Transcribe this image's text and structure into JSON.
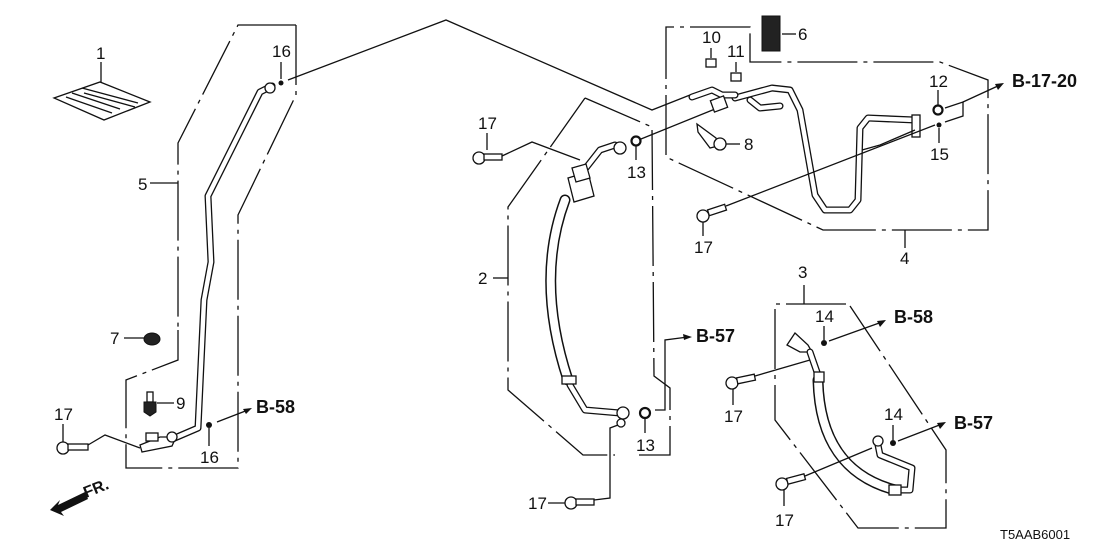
{
  "diagram": {
    "title": "A/C Hoses / Pipes parts diagram",
    "code": "T5AAB6001",
    "front_label": "FR.",
    "callouts": {
      "p1": "1",
      "p2": "2",
      "p3": "3",
      "p4": "4",
      "p5": "5",
      "p6": "6",
      "p7": "7",
      "p8": "8",
      "p9": "9",
      "p10": "10",
      "p11": "11",
      "p12": "12",
      "p13a": "13",
      "p13b": "13",
      "p14a": "14",
      "p14b": "14",
      "p15": "15",
      "p16a": "16",
      "p16b": "16",
      "p17a": "17",
      "p17b": "17",
      "p17c": "17",
      "p17d": "17",
      "p17e": "17",
      "p17f": "17"
    },
    "refs": {
      "b1720": "B-17-20",
      "b58a": "B-58",
      "b57a": "B-57",
      "b58b": "B-58",
      "b57b": "B-57"
    }
  }
}
